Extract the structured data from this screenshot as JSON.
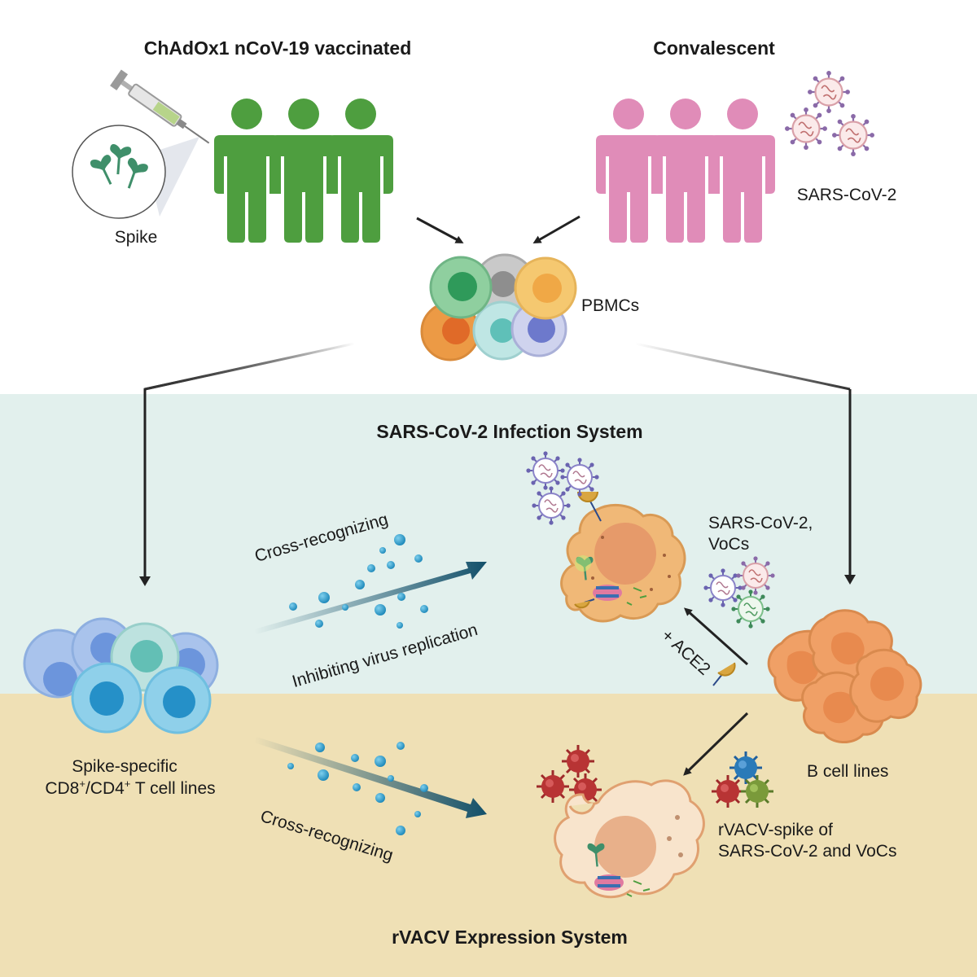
{
  "titles": {
    "vaccinated": "ChAdOx1 nCoV-19 vaccinated",
    "convalescent": "Convalescent",
    "infection_system": "SARS-CoV-2 Infection System",
    "expression_system": "rVACV Expression System"
  },
  "labels": {
    "spike": "Spike",
    "sars_cov_2": "SARS-CoV-2",
    "pbmcs": "PBMCs",
    "sars_vocs_line1": "SARS-CoV-2,",
    "sars_vocs_line2": "VoCs",
    "ace2": "+ ACE2",
    "cross_recognizing_top": "Cross-recognizing",
    "inhibiting": "Inhibiting virus replication",
    "cross_recognizing_bottom": "Cross-recognizing",
    "t_cells_line1": "Spike-specific",
    "t_cells_line2_a": "CD8",
    "t_cells_line2_sup1": "+",
    "t_cells_line2_b": "/CD4",
    "t_cells_line2_sup2": "+",
    "t_cells_line2_c": " T cell lines",
    "b_cells": "B cell lines",
    "rvacv_line1": "rVACV-spike of",
    "rvacv_line2": "SARS-CoV-2 and VoCs"
  },
  "colors": {
    "vaccinated_people": "#4e9e3f",
    "convalescent_people": "#e08cb8",
    "infection_band": "#e2f0ed",
    "expression_band": "#efe0b5",
    "arrow_teal": "#13506a",
    "host_cell": "#f0b877",
    "b_cell": "#f0a066"
  }
}
